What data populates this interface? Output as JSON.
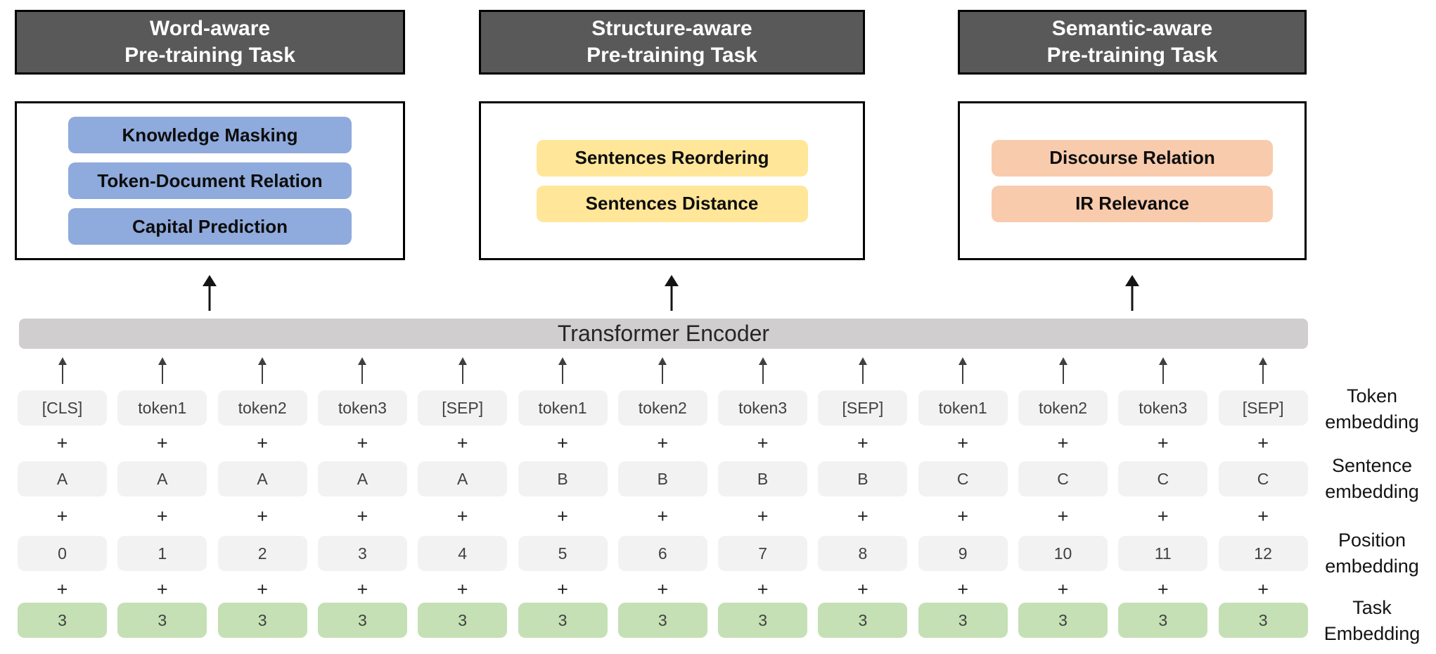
{
  "figure": {
    "task_groups": [
      {
        "header": [
          "Word-aware",
          "Pre-training Task"
        ],
        "tasks": [
          "Knowledge Masking",
          "Token-Document Relation",
          "Capital Prediction"
        ],
        "task_color": "#8FAADC"
      },
      {
        "header": [
          "Structure-aware",
          "Pre-training Task"
        ],
        "tasks": [
          "Sentences Reordering",
          "Sentences Distance"
        ],
        "task_color": "#FFE699"
      },
      {
        "header": [
          "Semantic-aware",
          "Pre-training Task"
        ],
        "tasks": [
          "Discourse Relation",
          "IR Relevance"
        ],
        "task_color": "#F8CBAD"
      }
    ],
    "encoder_label": "Transformer Encoder",
    "plus_sign": "+",
    "embedding_rows": [
      {
        "label": [
          "Token",
          "embedding"
        ],
        "color": "#F2F2F2",
        "values": [
          "[CLS]",
          "token1",
          "token2",
          "token3",
          "[SEP]",
          "token1",
          "token2",
          "token3",
          "[SEP]",
          "token1",
          "token2",
          "token3",
          "[SEP]"
        ]
      },
      {
        "label": [
          "Sentence",
          "embedding"
        ],
        "color": "#F2F2F2",
        "values": [
          "A",
          "A",
          "A",
          "A",
          "A",
          "B",
          "B",
          "B",
          "B",
          "C",
          "C",
          "C",
          "C"
        ]
      },
      {
        "label": [
          "Position",
          "embedding"
        ],
        "color": "#F2F2F2",
        "values": [
          "0",
          "1",
          "2",
          "3",
          "4",
          "5",
          "6",
          "7",
          "8",
          "9",
          "10",
          "11",
          "12"
        ]
      },
      {
        "label": [
          "Task",
          "Embedding"
        ],
        "color": "#C5E0B4",
        "values": [
          "3",
          "3",
          "3",
          "3",
          "3",
          "3",
          "3",
          "3",
          "3",
          "3",
          "3",
          "3",
          "3"
        ]
      }
    ],
    "colors": {
      "header_bg": "#595959",
      "header_text": "#FFFFFF",
      "encoder_bar": "#D0CECE",
      "word_task_pill": "#8FAADC",
      "structure_task_pill": "#FFE699",
      "semantic_task_pill": "#F8CBAD",
      "embedding_cell": "#F2F2F2",
      "task_embedding_cell": "#C5E0B4"
    }
  }
}
